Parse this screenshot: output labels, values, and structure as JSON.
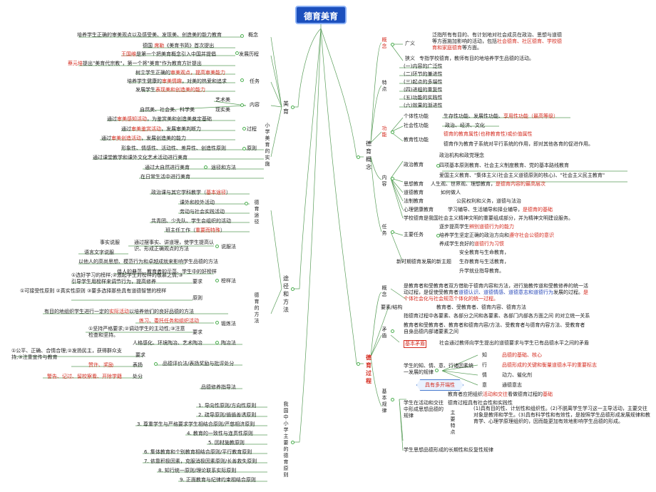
{
  "title": "德育美育",
  "pointer": "一",
  "meiyu": {
    "label": "美育",
    "concept": {
      "label": "概念",
      "text": "培养学生正确的审美观点以及感受美、发现美、创造美的能力教育"
    },
    "history": {
      "label": "发展历程",
      "items": [
        {
          "pre": "德国",
          "red": "席勒",
          "post": "《美育书简》首次提出"
        },
        {
          "red": "王国维",
          "post": "是第一个把美育概念引入中国并提倡"
        },
        {
          "red": "蔡元培",
          "post": "提出\"美育代宗教\"，第一个将\"美育\"作为教育方针提出"
        }
      ]
    },
    "tasks": {
      "label": "任务",
      "items": [
        {
          "pre": "树立学生正确的",
          "red": "审美观点，提高审美能力",
          "post": ""
        },
        {
          "pre": "培养学生健康的",
          "red": "审美情趣",
          "post": "，对美的热爱和追求"
        },
        {
          "pre": "发展学生",
          "red": "表现美和创造美的能力",
          "post": ""
        }
      ]
    },
    "content": {
      "label": "内容",
      "items": [
        "艺术美",
        "自然美、社会美、科学美",
        "现实美"
      ]
    },
    "impl": {
      "label": "小学美育的实施",
      "process": {
        "label": "过程",
        "items": [
          {
            "pre": "通过",
            "red": "审美感知活动",
            "post": "，为鉴赏美和创造美奠定基础"
          },
          {
            "pre": "通过",
            "red": "审美鉴赏活动",
            "post": "，发展审美判断力"
          },
          {
            "pre": "通过",
            "red": "审美创造活动",
            "post": "，发展创造美的能力"
          }
        ]
      },
      "principles": {
        "label": "原则",
        "items": [
          "形象性、情感性、活动性、差异性、创造性原则"
        ]
      },
      "ways": {
        "label": "途径和方法",
        "items": [
          "通过课堂教学和课外文化艺术活动进行美育",
          "通过大自然进行美育",
          "在日常生活中进行美育"
        ]
      }
    }
  },
  "tujing": {
    "label": "途径和方法",
    "routes": {
      "label": "德育途径",
      "items": [
        {
          "pre": "政治课与其它学科教学（",
          "red": "基本途径",
          "post": "）"
        },
        {
          "pre": "课外和校外活动",
          "red": "",
          "post": ""
        },
        {
          "pre": "劳动与社会实践活动",
          "red": "",
          "post": ""
        },
        {
          "pre": "共青团、少先队、学生会组织的活动",
          "red": "",
          "post": ""
        },
        {
          "pre": "班主任工作（",
          "red": "重要而特殊",
          "post": "）"
        }
      ]
    },
    "methods": {
      "label": "德育的方法",
      "persuasion": {
        "label": "说服法",
        "left": [
          "事实说服",
          "语言文字说服"
        ],
        "right": "通过摆事实、讲道理，使学生提高认识、形成正确观点的方法"
      },
      "example": {
        "label": "榜样法",
        "desc": "以他人的高尚思想、模范行为和卓越成就来影响学生品德的方法",
        "desc2": "伟人的典范、教育者的示范、学生中的好榜样",
        "req_label": "要求",
        "req": "①选好学习的榜样;②激起学生对榜样的敬慕之情;③引导学生用榜样来调节行为，提高修养",
        "prin_label": "原则",
        "prin": "①可接受性原则 ②真实性原则 ③要多选择那些具有道德智慧的榜样"
      },
      "exercise": {
        "label": "锻炼法",
        "desc_pre": "有目的地组织学生进行一定的",
        "desc_red": "实际活动",
        "desc_post": "以培养他们的良好品德的方法",
        "sub_red": "练习、委托任务和组织活动",
        "req_label": "要求",
        "req": "①坚持严格要求;②调动学生的主动性;③注意检查和坚持。"
      },
      "cultivation": {
        "label": "陶冶法",
        "text": "人格感化、环境陶冶、艺术陶冶"
      },
      "evaluation": {
        "label": "品德评价法/表扬奖励与批评处分",
        "req_label": "要求",
        "req": "①公平、正确、合情合理;②发扬民主，获得群众支持;③注重宣传与教育",
        "praise_label": "表扬",
        "praise": "赞许、奖励",
        "punish_label": "处分",
        "punish": "警告、记过、留校察看、开除学籍"
      },
      "self": {
        "label": "品德修养指导法"
      }
    }
  },
  "principles": {
    "label": "我国中小学主要的德育原则",
    "items": [
      "1. 导向性原则/方向性原则",
      "2. 疏导原则/循循善诱原则",
      "3. 尊重学生与严格要求学生相结合原则/严慈相济原则",
      "4. 教育的一致性与连贯性原则",
      "5. 因材施教原则",
      "6. 集体教育和个别教育相结合原则/平行教育原则",
      "7. 依靠积极因素，克服消极因素原则/长善救失原则",
      "8. 知行统一原则/理论联系实际原则",
      "9. 正面教育与纪律约束相结合原则"
    ]
  },
  "deyu_concept": {
    "label": "德育概念",
    "concept": {
      "label": "概念",
      "broad_label": "广义",
      "broad_pre": "泛指所有有目的、有计划地对社会成员在政治、思想与道德等方面施加影响的活动，包括",
      "broad_red": "社会德育、社区德育、学校德育和家庭德育",
      "broad_post": "等方面。",
      "narrow_label": "狭义",
      "narrow": "专指学校德育，教师有目的地培养学生品德的活动。"
    },
    "features": {
      "label": "特点",
      "items": [
        "(一)内容的广泛性",
        "(二)环节的兼进性",
        "(三)起点的多端性",
        "(四)进程的重复性",
        "(五)功能的实践性",
        "(六)效果的渐进性"
      ]
    },
    "functions": {
      "label": "功能",
      "individual_label": "个体性功能",
      "individual_pre": "生存性功能、发展性功能、",
      "individual_red": "享用性功能（最高等级）",
      "social_label": "社会性功能",
      "social": "政治、经济、文化",
      "edu_label": "教育性功能",
      "edu_red": "德育的教育属性(也称教育性)或价值属性",
      "edu_text": "德育作为教育子系统对平行系统的作用，即对其他各育的促进作用。"
    },
    "content": {
      "label": "内容",
      "political_label": "政治教育",
      "political": [
        "政治机构和政党理念",
        "四项基本原则教育、社会主义制度教育、党的基本路线教育",
        "爱国主义教育、\"集体主义(社会主义道德原则的核心)、\"社会主义民主教育\""
      ],
      "thought_label": "思想教育",
      "thought_pre": "人生观、世界观、理想教育，",
      "thought_red": "是德育内容的最高层次",
      "moral_label": "道德教育",
      "moral": "如何做人",
      "law_label": "法制教育",
      "law": "公民权利和义务，道德与法治",
      "psych_label": "心理健康教育",
      "psych_pre": "学习辅导、生活辅导和择业辅导，",
      "psych_red": "是德育的基础",
      "school": "学校德育是我国社会主义精神文明的重要组成部分，并为精神文明建设服务。"
    },
    "tasks": {
      "label": "任务",
      "main_label": "主要任务",
      "items": [
        {
          "pre": "逐步提高学生",
          "red": "辨别道德行为的能力",
          "post": ""
        },
        {
          "pre": "培养学生坚定正确的政治方向和",
          "red": "遵守社会公德的意识",
          "post": ""
        },
        {
          "pre": "养成学生良好的",
          "red": "道德行为习惯",
          "post": ""
        }
      ],
      "new_label": "新时期德育发展的新主题",
      "new_items": [
        "安全教育与生命教育，",
        "生存教育与生活教育，",
        "升学就业指导教育。"
      ]
    }
  },
  "process": {
    "label": "德育过程",
    "concept": {
      "label": "概念",
      "pre": "是教育者和受教育者双方借助于德育内容和方法，进行施教传道和受教修养的统一活动过程，是促使受教育者",
      "blue": "道德认识、道德情感、道德意志和道德行为",
      "post": "发展的过程。",
      "red": "是个体社会化与社会规范个体化的统一过程。"
    },
    "elements": {
      "label": "要素/结构",
      "text": "教育者、受教育者、德育内容、德育方法"
    },
    "contradiction": {
      "label": "矛盾",
      "def": "指德育过程中各要素、各部分之间和各要素、各部门内部各方面之间 的对立统一关系",
      "main": "教育者和受教育者、教育者和德育内容/方法、受教育者与德育内容方法、受教育者自身品德内部诸要素之间",
      "basic_label": "基本矛盾",
      "basic": "社会通过教师向学生提出的道德要求与学生已有品德水平之间的矛盾"
    },
    "laws": {
      "label": "基本规律",
      "law1": {
        "text": "学生的知、情、意、行诸因素统一发展的规律",
        "items": [
          {
            "label": "知",
            "text": "品德的基础、核心"
          },
          {
            "label": "行",
            "text": "品德形成的关键和衡量道德水平的重要标志"
          },
          {
            "label": "情",
            "text": "动力、催化剂"
          },
          {
            "label": "意",
            "text": "通德意志"
          }
        ],
        "badge": "具有多开端性"
      },
      "law2": {
        "text": "学生在活动和交往中形成思想品德的规律",
        "items": [
          {
            "pre": "教育者应把组织",
            "red": "活动和交往",
            "post": "看做德育过程的",
            "red2": "基础"
          },
          {
            "pre": "德育过程具有社会性和实践性",
            "red": "",
            "post": "",
            "red2": ""
          }
        ],
        "features_label": "主要特点",
        "features": "(1)具有目的性、计划性和组织性。(2)不脱离学生学习这一主导活动，主要交往对象是教师和学生。(3)具有科学性和有效性，是按照学生品德形成发展规律和教育学、心理学原理组织的，因而能更加有效地影响学生品德的形成。"
      },
      "law3": "学生思想品德形成的长期性和反复性规律"
    }
  }
}
